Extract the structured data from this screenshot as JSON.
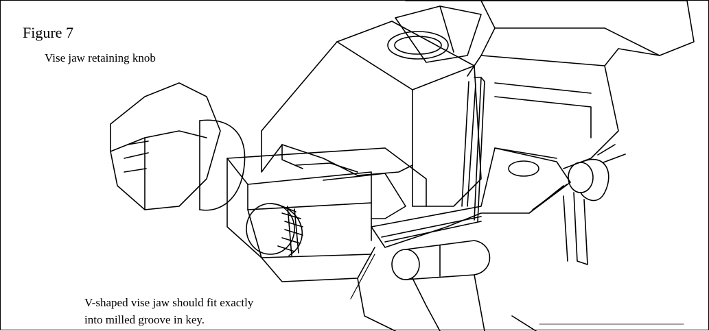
{
  "figure": {
    "title": "Figure 7",
    "labels": {
      "knob": "Vise jaw retaining knob",
      "jaw_line1": "V-shaped vise jaw should fit exactly",
      "jaw_line2": "into milled groove in key."
    },
    "colors": {
      "ink": "#000000",
      "paper": "#ffffff"
    }
  }
}
